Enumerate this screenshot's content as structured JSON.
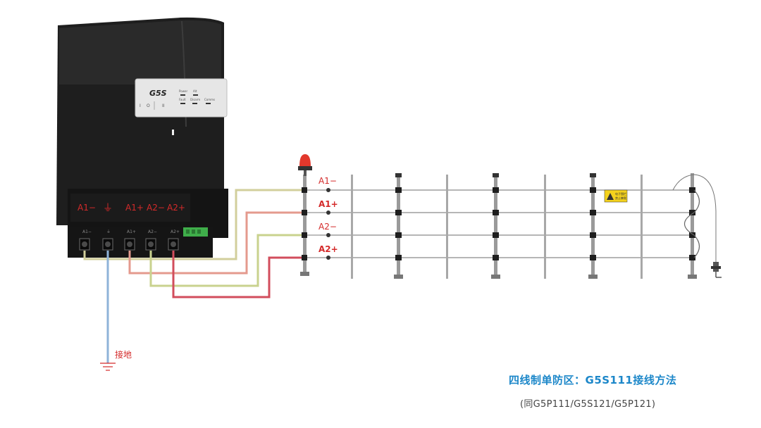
{
  "device": {
    "logo": "G5S",
    "panel_top_labels": [
      "Power",
      "Alt"
    ],
    "panel_bottom_labels": [
      "Fault",
      "Disarm",
      "Comms"
    ],
    "panel_switch_labels": [
      "I",
      "O",
      "II"
    ],
    "terminal_labels": [
      "A1−",
      "⏚",
      "A1+",
      "A2−",
      "A2+"
    ],
    "small_terminal_labels": [
      "A1−",
      "⏚",
      "A1+",
      "A2−",
      "A2+"
    ]
  },
  "fence": {
    "wire_labels": [
      "A1−",
      "A1+",
      "A2−",
      "A2+"
    ],
    "warning_sign_lines": [
      "电子围栏",
      "禁止攀爬"
    ]
  },
  "ground": {
    "label": "接地"
  },
  "caption": {
    "title": "四线制单防区：G5S111接线方法",
    "subtitle": "(同G5P111/G5S121/G5P121)"
  },
  "colors": {
    "cable_a1_minus": "#d2cf9c",
    "cable_a1_plus": "#e49a8e",
    "cable_a2_minus": "#c9d28e",
    "cable_a2_plus": "#d24d5c",
    "ground_cable": "#8fb3d9",
    "label_red": "#d42a2a",
    "caption_blue": "#1c87c9",
    "device_body": "#1e1e1e"
  }
}
